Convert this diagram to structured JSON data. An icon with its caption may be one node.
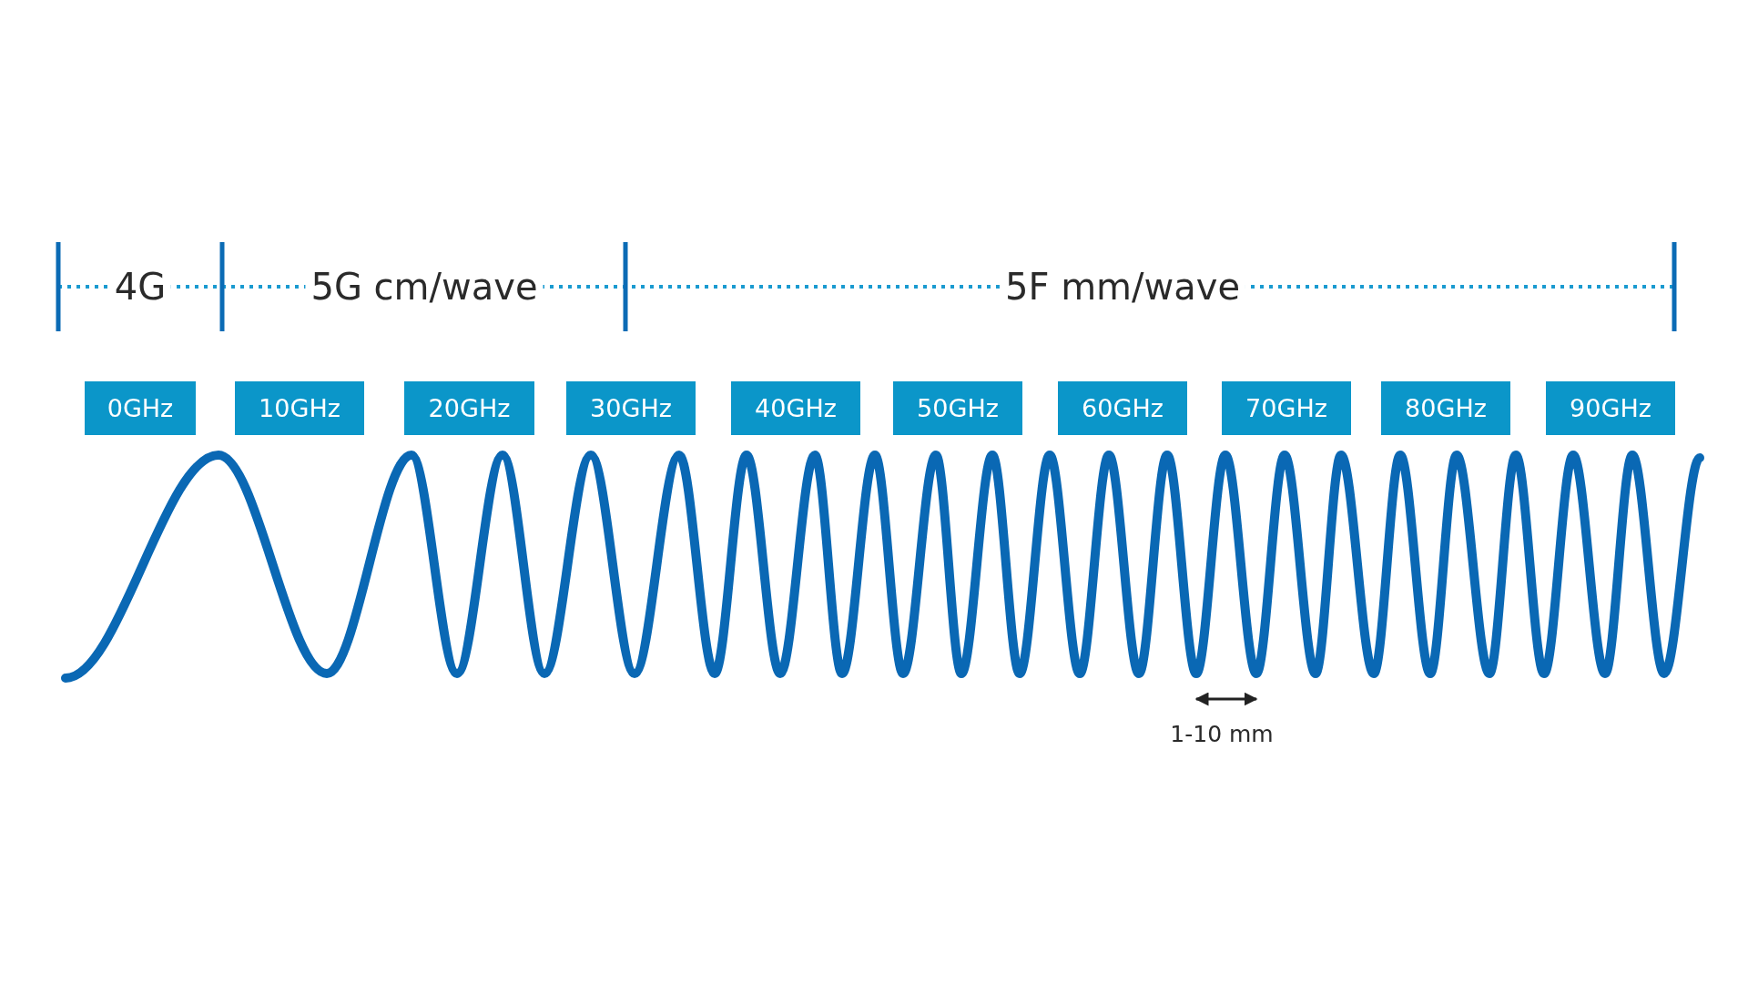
{
  "diagram": {
    "nodes": [
      {
        "text": [
          "0GHz"
        ]
      },
      {
        "text": [
          "10GHz"
        ]
      },
      {
        "text": [
          "20GHz"
        ]
      },
      {
        "text": [
          "30GHz"
        ]
      },
      {
        "text": [
          "40GHz"
        ]
      },
      {
        "text": [
          "50GHz"
        ]
      },
      {
        "text": [
          "60GHz"
        ]
      },
      {
        "text": [
          "70GHz"
        ]
      },
      {
        "text": [
          "80GHz"
        ]
      },
      {
        "text": [
          "90GHz"
        ]
      }
    ],
    "labels": [
      "4G",
      "5G cm/wave",
      "5F mm/wave",
      "1-10 mm"
    ]
  }
}
